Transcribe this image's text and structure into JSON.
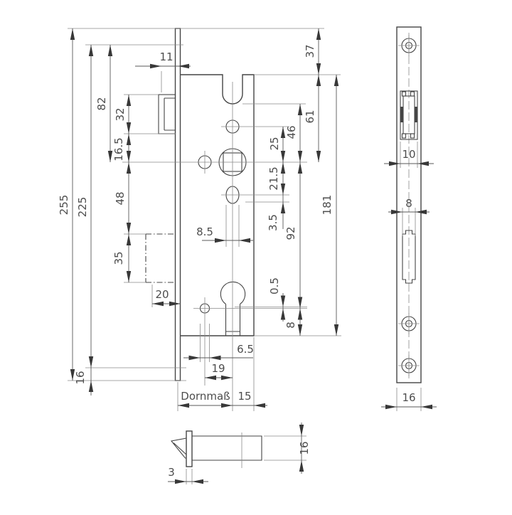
{
  "drawing": {
    "type": "mortise-lock technical dimension drawing",
    "background": "#ffffff",
    "line_color": "#454545"
  },
  "main_view": {
    "dims": {
      "total_height": "255",
      "screw_spacing": "225",
      "top_to_follower": "82",
      "latch_height": "32",
      "latch_to_follower": "16.5",
      "follower_to_deadbolt": "48",
      "deadbolt_height": "35",
      "deadbolt_throw": "20",
      "bottom_end": "16",
      "latch_projection": "11",
      "top_overhang": "37",
      "case_top_to_follower": "61",
      "notch_to_follower": "46",
      "hole_to_follower": "25",
      "follower_to_slot": "21.5",
      "slot_offset": "3.5",
      "follower_to_cylinder": "92",
      "case_height": "181",
      "cylinder_offset": "0.5",
      "cylinder_to_bottom": "8",
      "slot_width": "8.5",
      "hole_dia": "6.5",
      "hole_to_axis": "19",
      "backset_label": "Dornmaß",
      "axis_to_back": "15"
    }
  },
  "faceplate_view": {
    "dims": {
      "latch_width": "10",
      "bolt_slot_width": "8",
      "plate_width": "16"
    }
  },
  "latch_detail": {
    "dims": {
      "height": "16",
      "plate_thickness": "3"
    }
  }
}
